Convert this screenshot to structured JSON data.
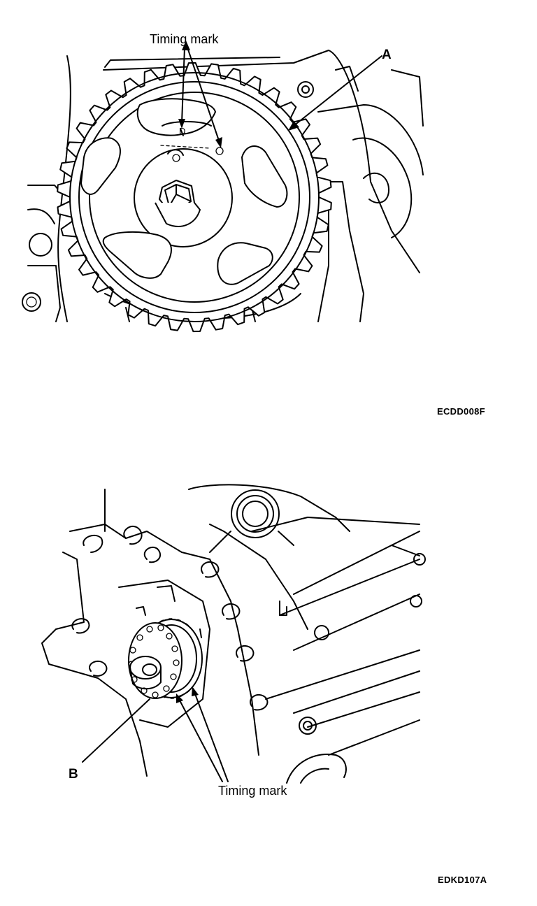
{
  "top_figure": {
    "timing_mark_label": "Timing mark",
    "part_label": "A",
    "figure_code": "ECDD008F"
  },
  "bottom_figure": {
    "timing_mark_label": "Timing mark",
    "part_label": "B",
    "figure_code": "EDKD107A"
  },
  "colors": {
    "line": "#000000",
    "background": "#ffffff"
  },
  "icons": [
    "camshaft-sprocket-drawing",
    "crankshaft-sprocket-drawing",
    "leader-arrow"
  ]
}
